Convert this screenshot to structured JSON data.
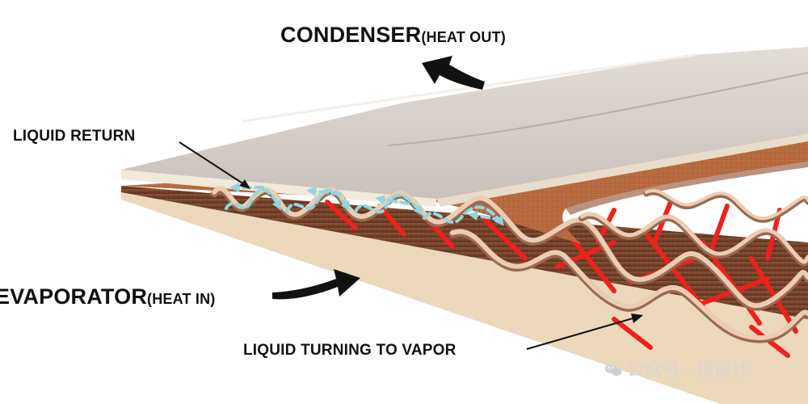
{
  "labels": {
    "condenser_main": "CONDENSER",
    "condenser_sub": "(HEAT OUT)",
    "evaporator_main": "EVAPORATOR",
    "evaporator_sub": "(HEAT IN)",
    "liquid_return": "LIQUID RETURN",
    "liquid_turning": "LIQUID TURNING TO VAPOR"
  },
  "watermark": {
    "text": "公众号 · 热设计"
  },
  "colors": {
    "top_plate": "#d6cfc9",
    "plate_edge": "#f1e7d7",
    "wick": "#b8693e",
    "wick_dark": "#6f3f26",
    "evaporator_plate": "#ebd6b8",
    "wire": "#eac7a8",
    "wire_shadow": "#a4725a",
    "vapor": "#f0201c",
    "liquid": "#8fd7e3",
    "arrow": "#111111"
  },
  "icons": [
    "condenser-arrow-icon",
    "evaporator-arrow-icon",
    "wechat-icon"
  ]
}
